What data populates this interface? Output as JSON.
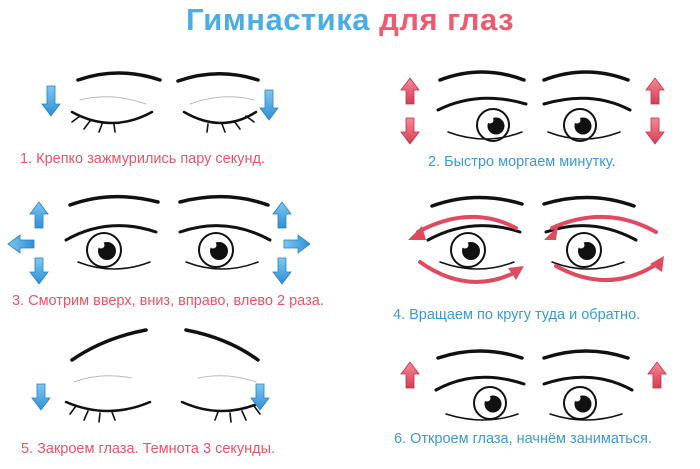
{
  "title": {
    "part1": "Гимнастика",
    "part2": "для глаз"
  },
  "colors": {
    "blue": "#4aaee6",
    "pink": "#ee5a6e",
    "ink": "#111111"
  },
  "steps": [
    {
      "text": "1. Крепко зажмурились пару секунд.",
      "eyes": "squeezed",
      "arrows": "down",
      "color": "pink"
    },
    {
      "text": "2. Быстро моргаем минутку.",
      "eyes": "open",
      "arrows": "up-down",
      "color": "blue"
    },
    {
      "text": "3. Смотрим вверх, вниз, вправо, влево 2 раза.",
      "eyes": "open",
      "arrows": "four-way",
      "color": "pink"
    },
    {
      "text": "4. Вращаем по кругу туда и обратно.",
      "eyes": "open",
      "arrows": "circular",
      "color": "blue"
    },
    {
      "text": "5. Закроем глаза. Темнота 3 секунды.",
      "eyes": "closed",
      "arrows": "down",
      "color": "pink"
    },
    {
      "text": "6. Откроем глаза, начнём заниматься.",
      "eyes": "open",
      "arrows": "up",
      "color": "blue"
    }
  ]
}
